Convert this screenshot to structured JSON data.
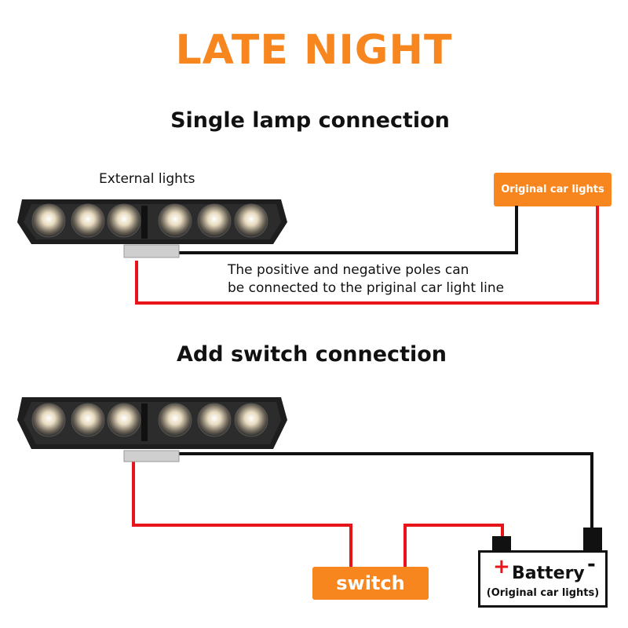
{
  "title": "LATE NIGHT",
  "single": {
    "heading": "Single lamp connection",
    "lamp_label": "External lights",
    "car_lights_label": "Original car lights",
    "note_line1": "The positive and negative poles can",
    "note_line2": "be connected to the priginal car light line"
  },
  "switched": {
    "heading": "Add switch connection",
    "switch_label": "switch",
    "battery_label": "Battery",
    "battery_sub": "(Original car lights)",
    "plus_sign": "+",
    "minus_sign": "-"
  },
  "colors": {
    "accent": "#f7861e",
    "positive_wire": "#e8141c",
    "negative_wire": "#111111"
  }
}
